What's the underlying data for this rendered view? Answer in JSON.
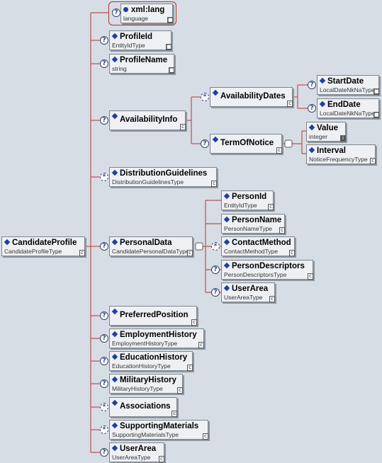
{
  "root": {
    "name": "CandidateProfile",
    "type": "CandidateProfileType"
  },
  "attribute": {
    "name": "xml:lang",
    "type": "language"
  },
  "children": [
    {
      "name": "ProfileId",
      "type": "EntityIdType"
    },
    {
      "name": "ProfileName",
      "type": "string"
    },
    {
      "name": "AvailabilityInfo",
      "type": ""
    },
    {
      "name": "DistributionGuidelines",
      "type": "DistributionGuidelinesType"
    },
    {
      "name": "PersonalData",
      "type": "CandidatePersonalDataType"
    },
    {
      "name": "PreferredPosition",
      "type": ""
    },
    {
      "name": "EmploymentHistory",
      "type": "EmploymentHistoryType"
    },
    {
      "name": "EducationHistory",
      "type": "EducationHistoryType"
    },
    {
      "name": "MilitaryHistory",
      "type": "MilitaryHistoryType"
    },
    {
      "name": "Associations",
      "type": ""
    },
    {
      "name": "SupportingMaterials",
      "type": "SupportingMaterialsType"
    },
    {
      "name": "UserArea",
      "type": "UserAreaType"
    }
  ],
  "availability": {
    "dates": {
      "name": "AvailabilityDates",
      "type": ""
    },
    "start": {
      "name": "StartDate",
      "type": "LocalDateNkNaType"
    },
    "end": {
      "name": "EndDate",
      "type": "LocalDateNkNaType"
    },
    "notice": {
      "name": "TermOfNotice",
      "type": ""
    },
    "value": {
      "name": "Value",
      "type": "integer"
    },
    "interval": {
      "name": "Interval",
      "type": "NoticeFrequencyType"
    }
  },
  "personal": [
    {
      "name": "PersonId",
      "type": "EntityIdType"
    },
    {
      "name": "PersonName",
      "type": "PersonNameType"
    },
    {
      "name": "ContactMethod",
      "type": "ContactMethodType"
    },
    {
      "name": "PersonDescriptors",
      "type": "PersonDescriptorsType"
    },
    {
      "name": "UserArea",
      "type": "UserAreaType"
    }
  ],
  "colors": {
    "connector": "#c0504d",
    "diamond": "#1d3fa6",
    "background": "#d6dde5"
  }
}
